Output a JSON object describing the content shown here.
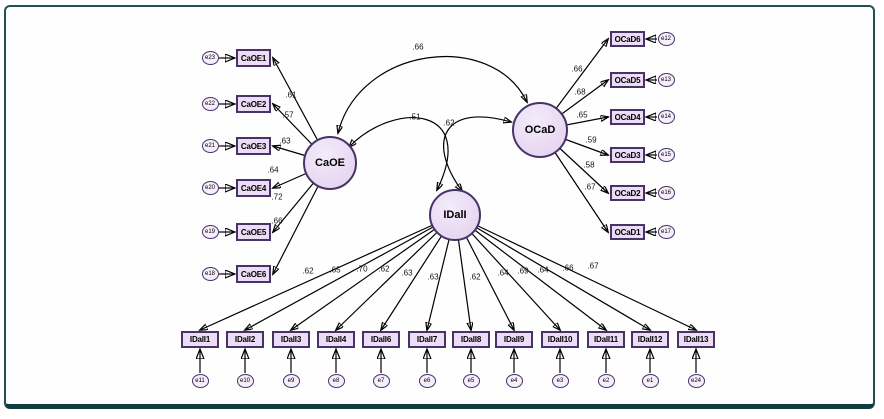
{
  "figure": {
    "type": "sem-path-diagram",
    "latent_variables": [
      {
        "label": "CaOE"
      },
      {
        "label": "OCaD"
      },
      {
        "label": "IDalI"
      }
    ],
    "left_group": {
      "latent": "CaOE",
      "indicators": [
        {
          "label": "CaOE1",
          "loading": ".61",
          "error": "e23"
        },
        {
          "label": "CaOE2",
          "loading": ".57",
          "error": "e22"
        },
        {
          "label": "CaOE3",
          "loading": ".63",
          "error": "e21"
        },
        {
          "label": "CaOE4",
          "loading": ".64",
          "error": "e20"
        },
        {
          "label": "CaOE5",
          "loading": ".72",
          "error": "e19"
        },
        {
          "label": "CaOE6",
          "loading": ".66",
          "error": "e18"
        }
      ]
    },
    "right_group": {
      "latent": "OCaD",
      "indicators": [
        {
          "label": "OCaD6",
          "loading": ".66",
          "error": "e12"
        },
        {
          "label": "OCaD5",
          "loading": ".68",
          "error": "e13"
        },
        {
          "label": "OCaD4",
          "loading": ".65",
          "error": "e14"
        },
        {
          "label": "OCaD3",
          "loading": ".59",
          "error": "e15"
        },
        {
          "label": "OCaD2",
          "loading": ".58",
          "error": "e16"
        },
        {
          "label": "OCaD1",
          "loading": ".67",
          "error": "e17"
        }
      ]
    },
    "bottom_group": {
      "latent": "IDalI",
      "indicators": [
        {
          "label": "IDalI1",
          "loading": ".62",
          "error": "e11"
        },
        {
          "label": "IDalI2",
          "loading": ".65",
          "error": "e10"
        },
        {
          "label": "IDalI3",
          "loading": ".70",
          "error": "e9"
        },
        {
          "label": "IDalI4",
          "loading": ".62",
          "error": "e8"
        },
        {
          "label": "IDalI6",
          "loading": ".63",
          "error": "e7"
        },
        {
          "label": "IDalI7",
          "loading": ".63",
          "error": "e6"
        },
        {
          "label": "IDalI8",
          "loading": ".62",
          "error": "e5"
        },
        {
          "label": "IDalI9",
          "loading": ".64",
          "error": "e4"
        },
        {
          "label": "IDalI10",
          "loading": ".69",
          "error": "e3"
        },
        {
          "label": "IDalI11",
          "loading": ".64",
          "error": "e2"
        },
        {
          "label": "IDalI12",
          "loading": ".66",
          "error": "e1"
        },
        {
          "label": "IDalI13",
          "loading": ".67",
          "error": "e24"
        }
      ]
    },
    "covariances": [
      {
        "pair": "CaOE-OCaD",
        "value": ".66"
      },
      {
        "pair": "CaOE-IDalI",
        "value": ".51"
      },
      {
        "pair": "OCaD-IDalI",
        "value": ".62"
      }
    ],
    "colors": {
      "node_fill": "#ecdcf5",
      "node_border": "#473366",
      "frame_border": "#20504f",
      "line": "#000000"
    }
  }
}
